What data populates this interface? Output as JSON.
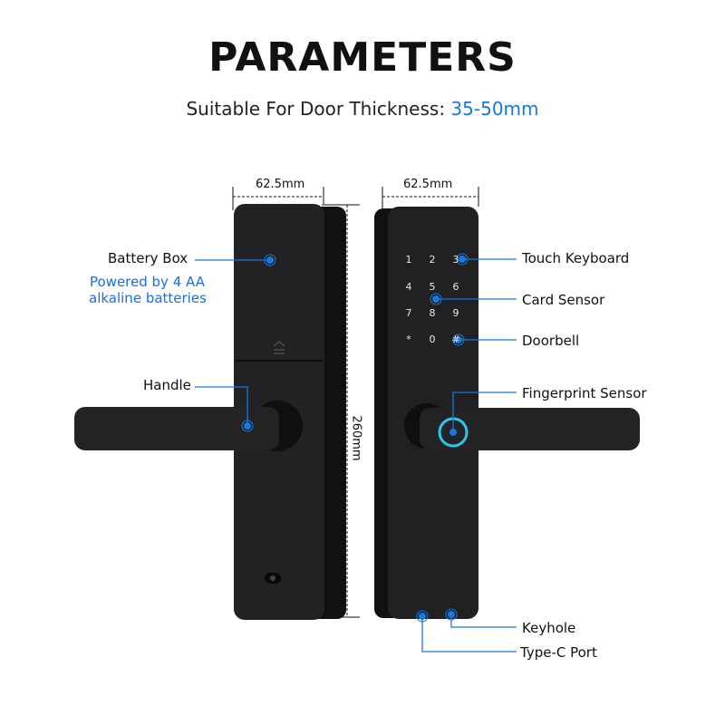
{
  "title": "PARAMETERS",
  "subtitle": {
    "prefix": "Suitable For Door Thickness:",
    "value": "35-50mm"
  },
  "dimensions": {
    "left_width": "62.5mm",
    "right_width": "62.5mm",
    "height": "260mm"
  },
  "left_labels": {
    "battery_box": "Battery Box",
    "battery_note_line1": "Powered by 4 AA",
    "battery_note_line2": "alkaline batteries",
    "handle": "Handle"
  },
  "right_labels": {
    "touch_keyboard": "Touch Keyboard",
    "card_sensor": "Card Sensor",
    "doorbell": "Doorbell",
    "fingerprint_sensor": "Fingerprint Sensor",
    "keyhole": "Keyhole",
    "type_c_port": "Type-C Port"
  },
  "keypad": [
    "1",
    "2",
    "3",
    "4",
    "5",
    "6",
    "7",
    "8",
    "9",
    "*",
    "0",
    "#"
  ],
  "colors": {
    "accent": "#1677e0",
    "lock_body": "#1c1c1e",
    "fingerprint_ring": "#2ec4e8"
  }
}
